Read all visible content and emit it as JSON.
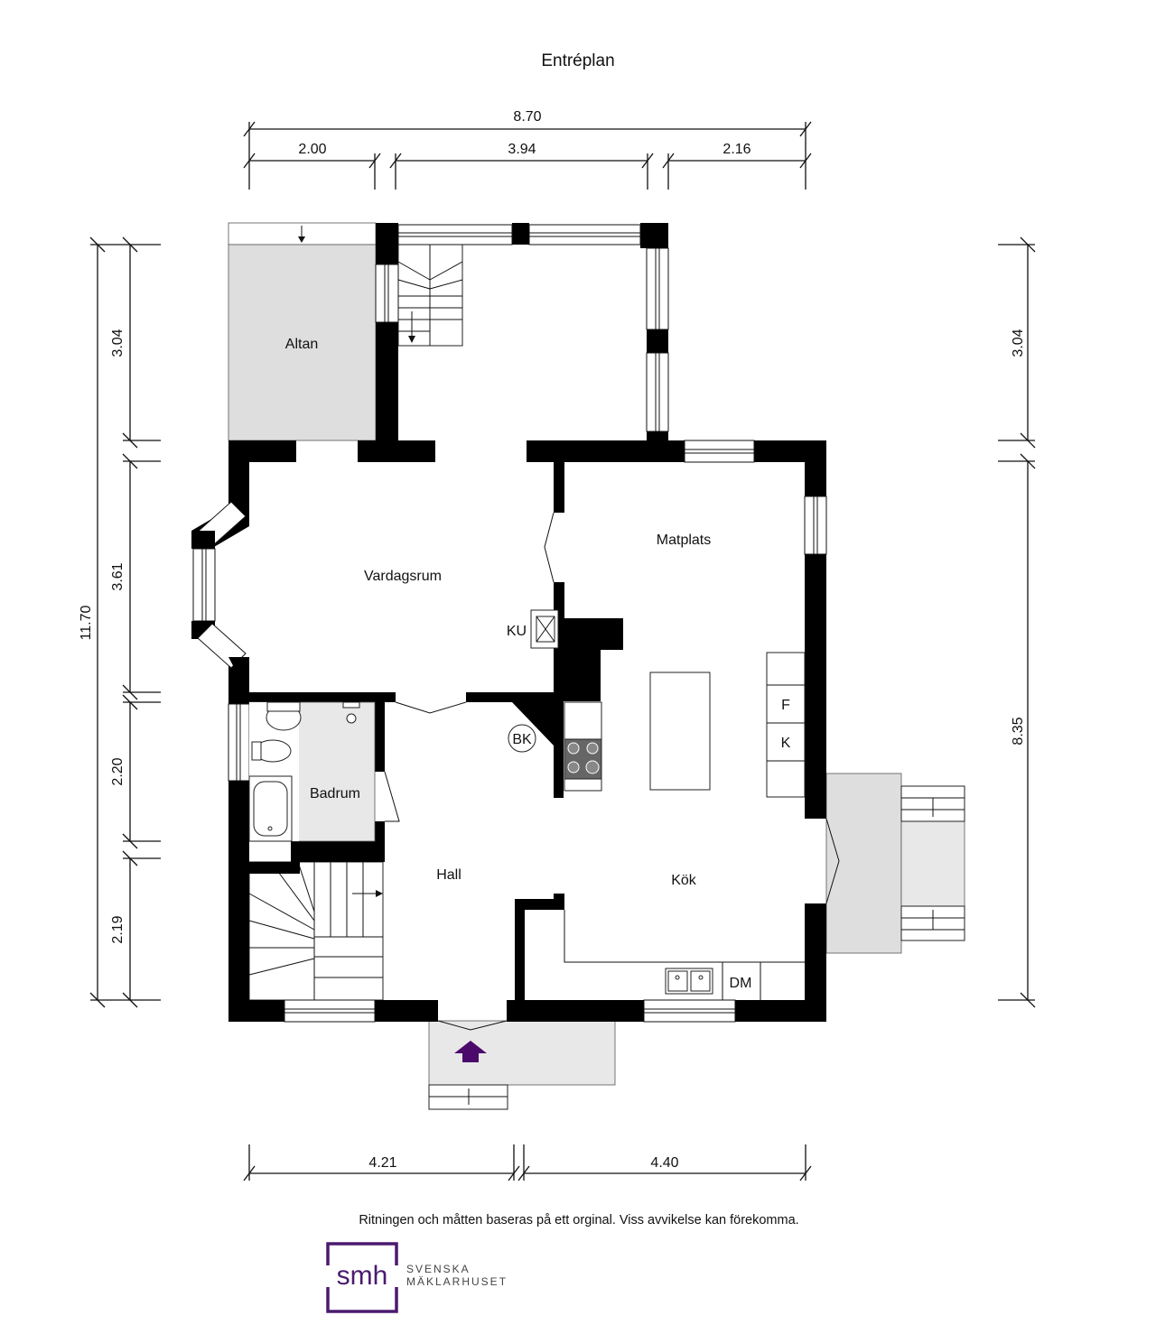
{
  "title": "Entréplan",
  "dimensions": {
    "top_total": "8.70",
    "top_left": "2.00",
    "top_mid": "3.94",
    "top_right": "2.16",
    "left_total": "11.70",
    "left_1": "3.04",
    "left_2": "3.61",
    "left_3": "2.20",
    "left_4": "2.19",
    "right_top": "3.04",
    "right_bottom": "8.35",
    "bottom_left": "4.21",
    "bottom_right": "4.40"
  },
  "rooms": {
    "altan": "Altan",
    "vardagsrum": "Vardagsrum",
    "matplats": "Matplats",
    "ku": "KU",
    "bk": "BK",
    "badrum": "Badrum",
    "hall": "Hall",
    "kok": "Kök",
    "fridge": "F",
    "freezer": "K",
    "dishwasher": "DM"
  },
  "colors": {
    "wall": "#000000",
    "outdoor": "#dedede",
    "entrance_arrow": "#4b0a6b",
    "logo": "#4b1a6e"
  },
  "footer": {
    "disclaimer": "Ritningen och måtten baseras på ett orginal. Viss avvikelse kan förekomma.",
    "logo_mark": "smh",
    "logo_line1": "SVENSKA",
    "logo_line2": "MÄKLARHUSET"
  }
}
